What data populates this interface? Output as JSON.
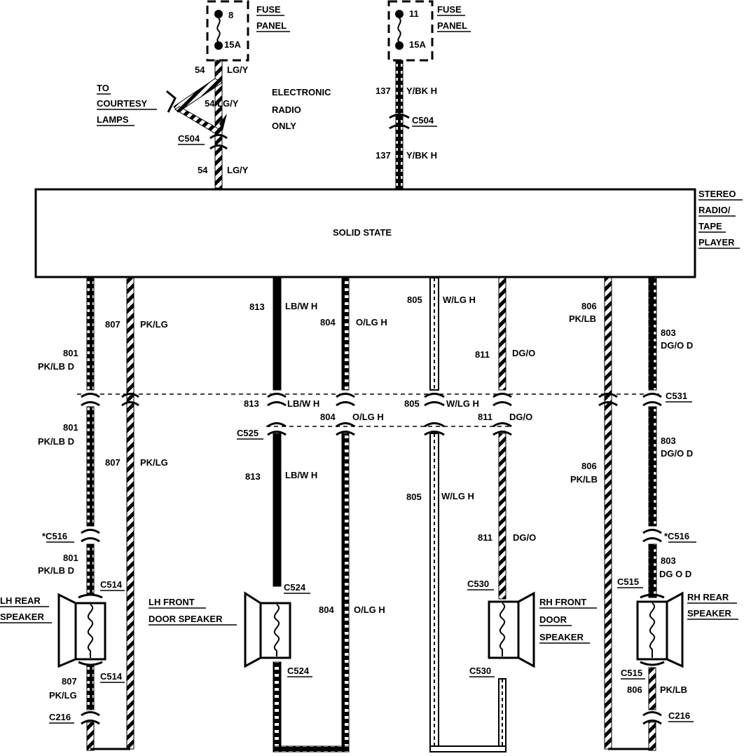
{
  "fuse_panel_1": {
    "label_line1": "FUSE",
    "label_line2": "PANEL",
    "fuse_number": "8",
    "fuse_rating": "15A"
  },
  "fuse_panel_2": {
    "label_line1": "FUSE",
    "label_line2": "PANEL",
    "fuse_number": "11",
    "fuse_rating": "15A"
  },
  "feed_1": {
    "circuit": "54",
    "color": "LG/Y",
    "courtesy_line1": "TO",
    "courtesy_line2": "COURTESY",
    "courtesy_line3": "LAMPS",
    "branch_circuit": "54 LG/Y",
    "connector": "C504"
  },
  "note": {
    "line1": "ELECTRONIC",
    "line2": "RADIO",
    "line3": "ONLY"
  },
  "feed_2": {
    "circuit": "137",
    "color": "Y/BK H",
    "connector": "C504"
  },
  "radio": {
    "center_label": "SOLID STATE",
    "name_line1": "STEREO",
    "name_line2": "RADIO/",
    "name_line3": "TAPE",
    "name_line4": "PLAYER"
  },
  "wires": {
    "w801": {
      "circuit": "801",
      "color": "PK/LB D",
      "color_alt": "PK/LB  D",
      "color_low": "PK/LB  D"
    },
    "w807": {
      "circuit": "807",
      "color": "PK/LG"
    },
    "w813": {
      "circuit": "813",
      "color": "LB/W H"
    },
    "w804": {
      "circuit": "804",
      "color": "O/LG H",
      "color_mid": "O/LG H"
    },
    "w805": {
      "circuit": "805",
      "color": "W/LG H"
    },
    "w811": {
      "circuit": "811",
      "color": "DG/O"
    },
    "w806": {
      "circuit": "806",
      "color": "PK/LB"
    },
    "w803": {
      "circuit": "803",
      "color": "DG/O D",
      "color_mid": "DG/O  D",
      "color_low": "DG  O  D"
    }
  },
  "connectors": {
    "c531": "C531",
    "c525": "C525",
    "c516_left": "*C516",
    "c516_right": "*C516",
    "c514_top": "C514",
    "c514_bottom": "C514",
    "c524_top": "C524",
    "c524_bottom": "C524",
    "c530_top": "C530",
    "c530_bottom": "C530",
    "c515_top": "C515",
    "c515_bottom": "C515",
    "c216_left": "C216",
    "c216_right": "C216"
  },
  "speakers": {
    "lh_rear": {
      "line1": "LH REAR",
      "line2": "SPEAKER"
    },
    "lh_front": {
      "line1": "LH FRONT",
      "line2": "DOOR SPEAKER"
    },
    "rh_front": {
      "line1": "RH FRONT",
      "line2": "DOOR",
      "line3": "SPEAKER"
    },
    "rh_rear": {
      "line1": "RH REAR",
      "line2": "SPEAKER"
    }
  },
  "colors": {
    "ink": "#000000",
    "paper": "#ffffff"
  }
}
